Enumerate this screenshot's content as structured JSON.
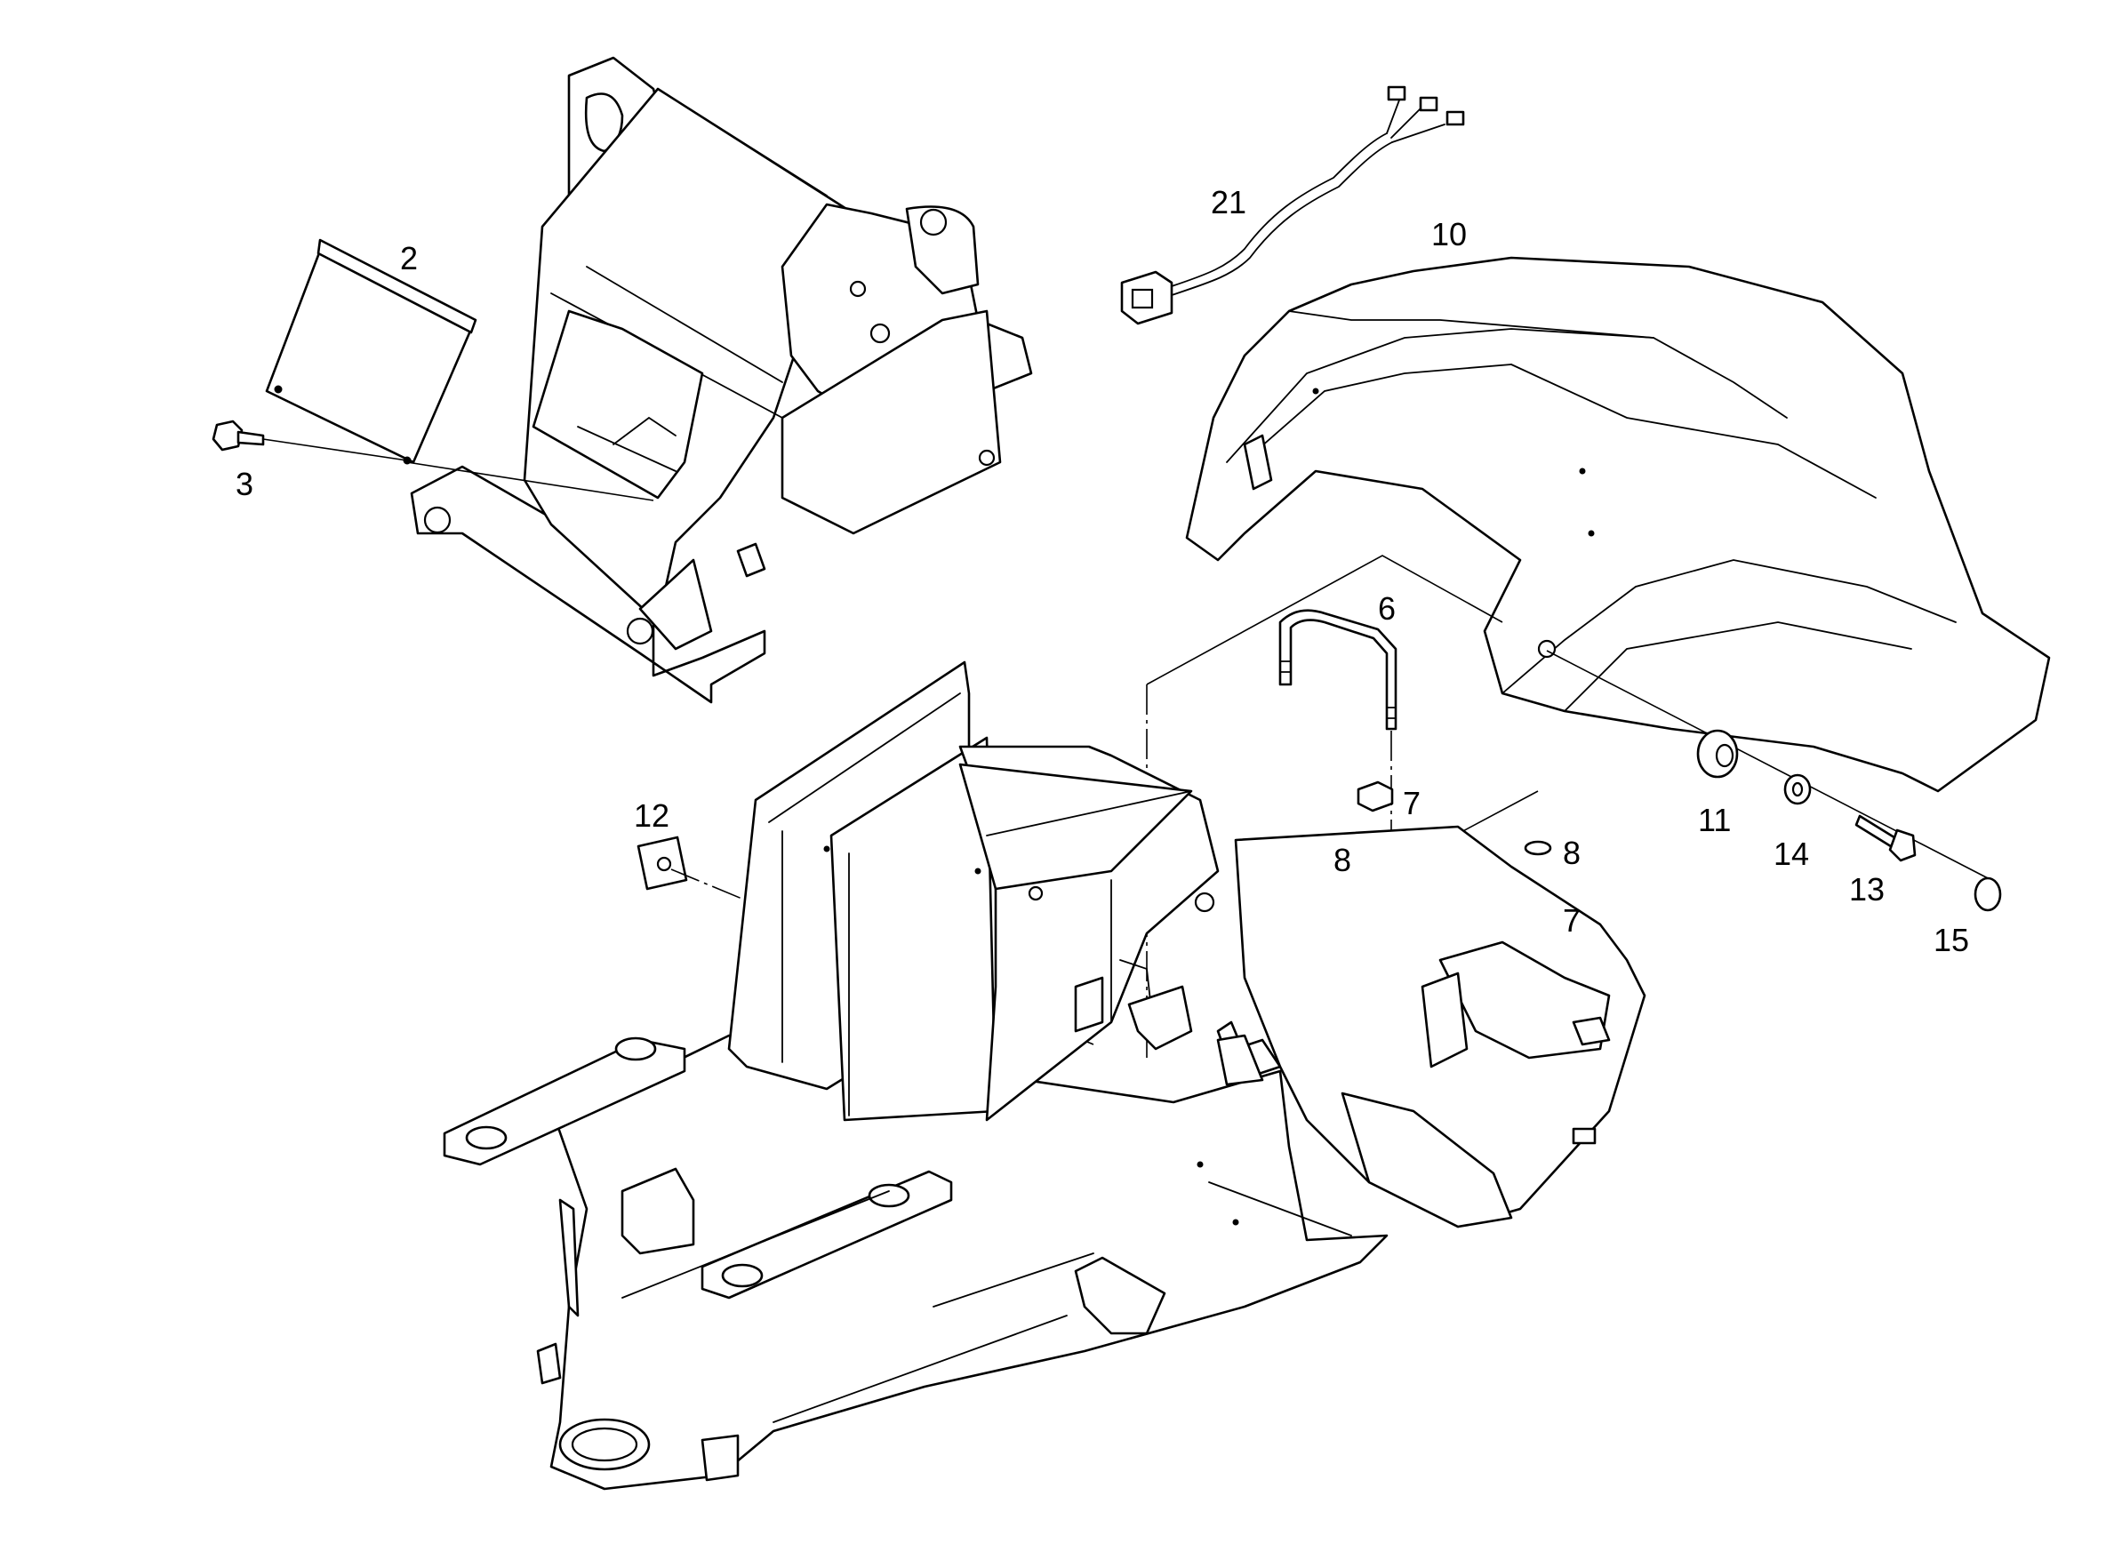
{
  "callouts": {
    "c2": "2",
    "c3": "3",
    "c6": "6",
    "c7a": "7",
    "c7b": "7",
    "c8a": "8",
    "c8b": "8",
    "c10": "10",
    "c11": "11",
    "c12": "12",
    "c13": "13",
    "c14": "14",
    "c15": "15",
    "c21": "21"
  }
}
